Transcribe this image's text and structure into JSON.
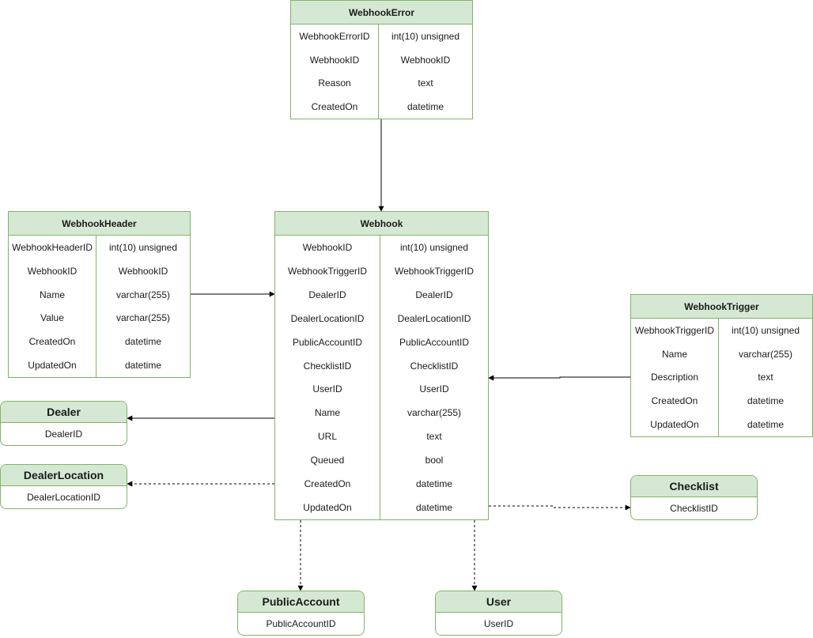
{
  "entities": {
    "webhook_error": {
      "title": "WebhookError",
      "rows": [
        {
          "name": "WebhookErrorID",
          "type": "int(10) unsigned"
        },
        {
          "name": "WebhookID",
          "type": "WebhookID"
        },
        {
          "name": "Reason",
          "type": "text"
        },
        {
          "name": "CreatedOn",
          "type": "datetime"
        }
      ]
    },
    "webhook_header": {
      "title": "WebhookHeader",
      "rows": [
        {
          "name": "WebhookHeaderID",
          "type": "int(10) unsigned"
        },
        {
          "name": "WebhookID",
          "type": "WebhookID"
        },
        {
          "name": "Name",
          "type": "varchar(255)"
        },
        {
          "name": "Value",
          "type": "varchar(255)"
        },
        {
          "name": "CreatedOn",
          "type": "datetime"
        },
        {
          "name": "UpdatedOn",
          "type": "datetime"
        }
      ]
    },
    "webhook": {
      "title": "Webhook",
      "rows": [
        {
          "name": "WebhookID",
          "type": "int(10) unsigned"
        },
        {
          "name": "WebhookTriggerID",
          "type": "WebhookTriggerID"
        },
        {
          "name": "DealerID",
          "type": "DealerID"
        },
        {
          "name": "DealerLocationID",
          "type": "DealerLocationID"
        },
        {
          "name": "PublicAccountID",
          "type": "PublicAccountID"
        },
        {
          "name": "ChecklistID",
          "type": "ChecklistID"
        },
        {
          "name": "UserID",
          "type": "UserID"
        },
        {
          "name": "Name",
          "type": "varchar(255)"
        },
        {
          "name": "URL",
          "type": "text"
        },
        {
          "name": "Queued",
          "type": "bool"
        },
        {
          "name": "CreatedOn",
          "type": "datetime"
        },
        {
          "name": "UpdatedOn",
          "type": "datetime"
        }
      ]
    },
    "webhook_trigger": {
      "title": "WebhookTrigger",
      "rows": [
        {
          "name": "WebhookTriggerID",
          "type": "int(10) unsigned"
        },
        {
          "name": "Name",
          "type": "varchar(255)"
        },
        {
          "name": "Description",
          "type": "text"
        },
        {
          "name": "CreatedOn",
          "type": "datetime"
        },
        {
          "name": "UpdatedOn",
          "type": "datetime"
        }
      ]
    }
  },
  "references": {
    "dealer": {
      "title": "Dealer",
      "field": "DealerID"
    },
    "dealer_location": {
      "title": "DealerLocation",
      "field": "DealerLocationID"
    },
    "checklist": {
      "title": "Checklist",
      "field": "ChecklistID"
    },
    "public_account": {
      "title": "PublicAccount",
      "field": "PublicAccountID"
    },
    "user": {
      "title": "User",
      "field": "UserID"
    }
  },
  "colors": {
    "header_fill": "#d5e8d4",
    "border": "#82b366",
    "edge": "#000000"
  }
}
